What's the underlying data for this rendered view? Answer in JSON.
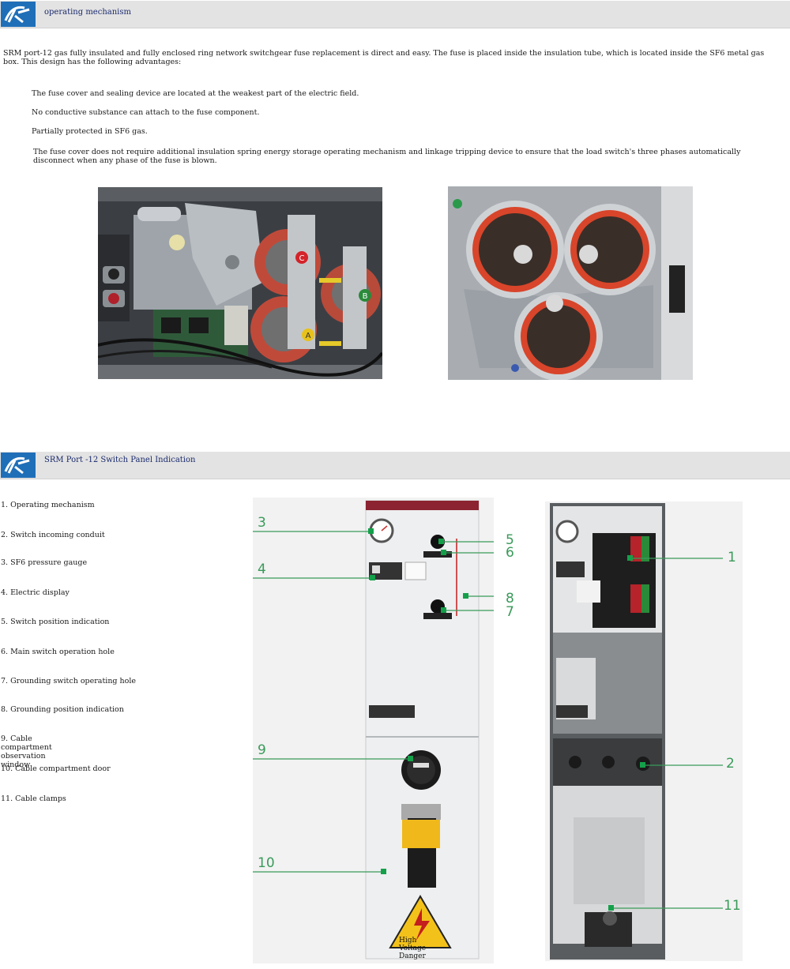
{
  "section1": {
    "title": "operating mechanism",
    "intro": "SRM port-12 gas fully insulated and fully enclosed ring network switchgear fuse replacement is direct and easy. The fuse is placed inside the insulation tube, which is located inside the SF6 metal gas box. This design has the following advantages:",
    "bullets": [
      "The fuse cover and sealing device are located at the weakest part of the electric field.",
      "No conductive substance can attach to the fuse component.",
      "Partially protected in SF6 gas.",
      "The fuse cover does not require additional insulation spring energy storage operating mechanism and linkage tripping device to ensure that the load switch's three phases automatically disconnect when any phase of the fuse is blown."
    ],
    "phase_labels": [
      "C",
      "B",
      "A"
    ]
  },
  "section2": {
    "title": "SRM Port -12 Switch Panel Indication",
    "legend": [
      "1. Operating mechanism",
      "2. Switch incoming conduit",
      "3. SF6 pressure gauge",
      "4. Electric display",
      "5. Switch position indication",
      "6. Main switch operation hole",
      "7. Grounding switch operating hole",
      "8. Grounding position indication",
      "9. Cable compartment observation window",
      "10. Cable compartment door",
      "11. Cable clamps"
    ],
    "callouts": [
      "3",
      "4",
      "5",
      "6",
      "8",
      "7",
      "9",
      "10",
      "1",
      "2",
      "11"
    ],
    "warning_text": "High Voltage Danger"
  },
  "colors": {
    "logo_blue": "#1f6fb8",
    "header_gray": "#e3e3e3",
    "callout_green": "#3a9a5a",
    "marker_green": "#14a04a",
    "panel_maroon": "#8b2330",
    "fuse_red": "#d8452a",
    "warning_yellow": "#f3c21a"
  }
}
